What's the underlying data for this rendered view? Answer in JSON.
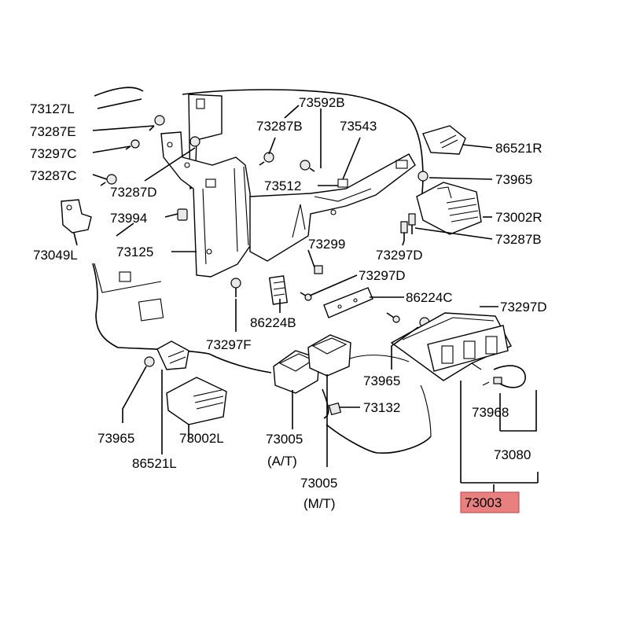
{
  "highlight_color": "#e88080",
  "labels": {
    "p73127L": "73127L",
    "p73287E": "73287E",
    "p73297C": "73297C",
    "p73287C": "73287C",
    "p73287D": "73287D",
    "p73994": "73994",
    "p73049L": "73049L",
    "p73125": "73125",
    "p73592B": "73592B",
    "p73287B_top": "73287B",
    "p73543": "73543",
    "p73512": "73512",
    "p86521R": "86521R",
    "p73965_right": "73965",
    "p73002R": "73002R",
    "p73287B_right": "73287B",
    "p73297D_a": "73297D",
    "p73299": "73299",
    "p73297D_b": "73297D",
    "p86224C": "86224C",
    "p73297D_c": "73297D",
    "p86224B": "86224B",
    "p73297F": "73297F",
    "p73965_mid": "73965",
    "p73132": "73132",
    "p73968": "73968",
    "p73080": "73080",
    "p73003": "73003",
    "p73965_left": "73965",
    "p73002L": "73002L",
    "p86521L": "86521L",
    "p73005_at": "73005",
    "at_note": "(A/T)",
    "p73005_mt": "73005",
    "mt_note": "(M/T)"
  }
}
